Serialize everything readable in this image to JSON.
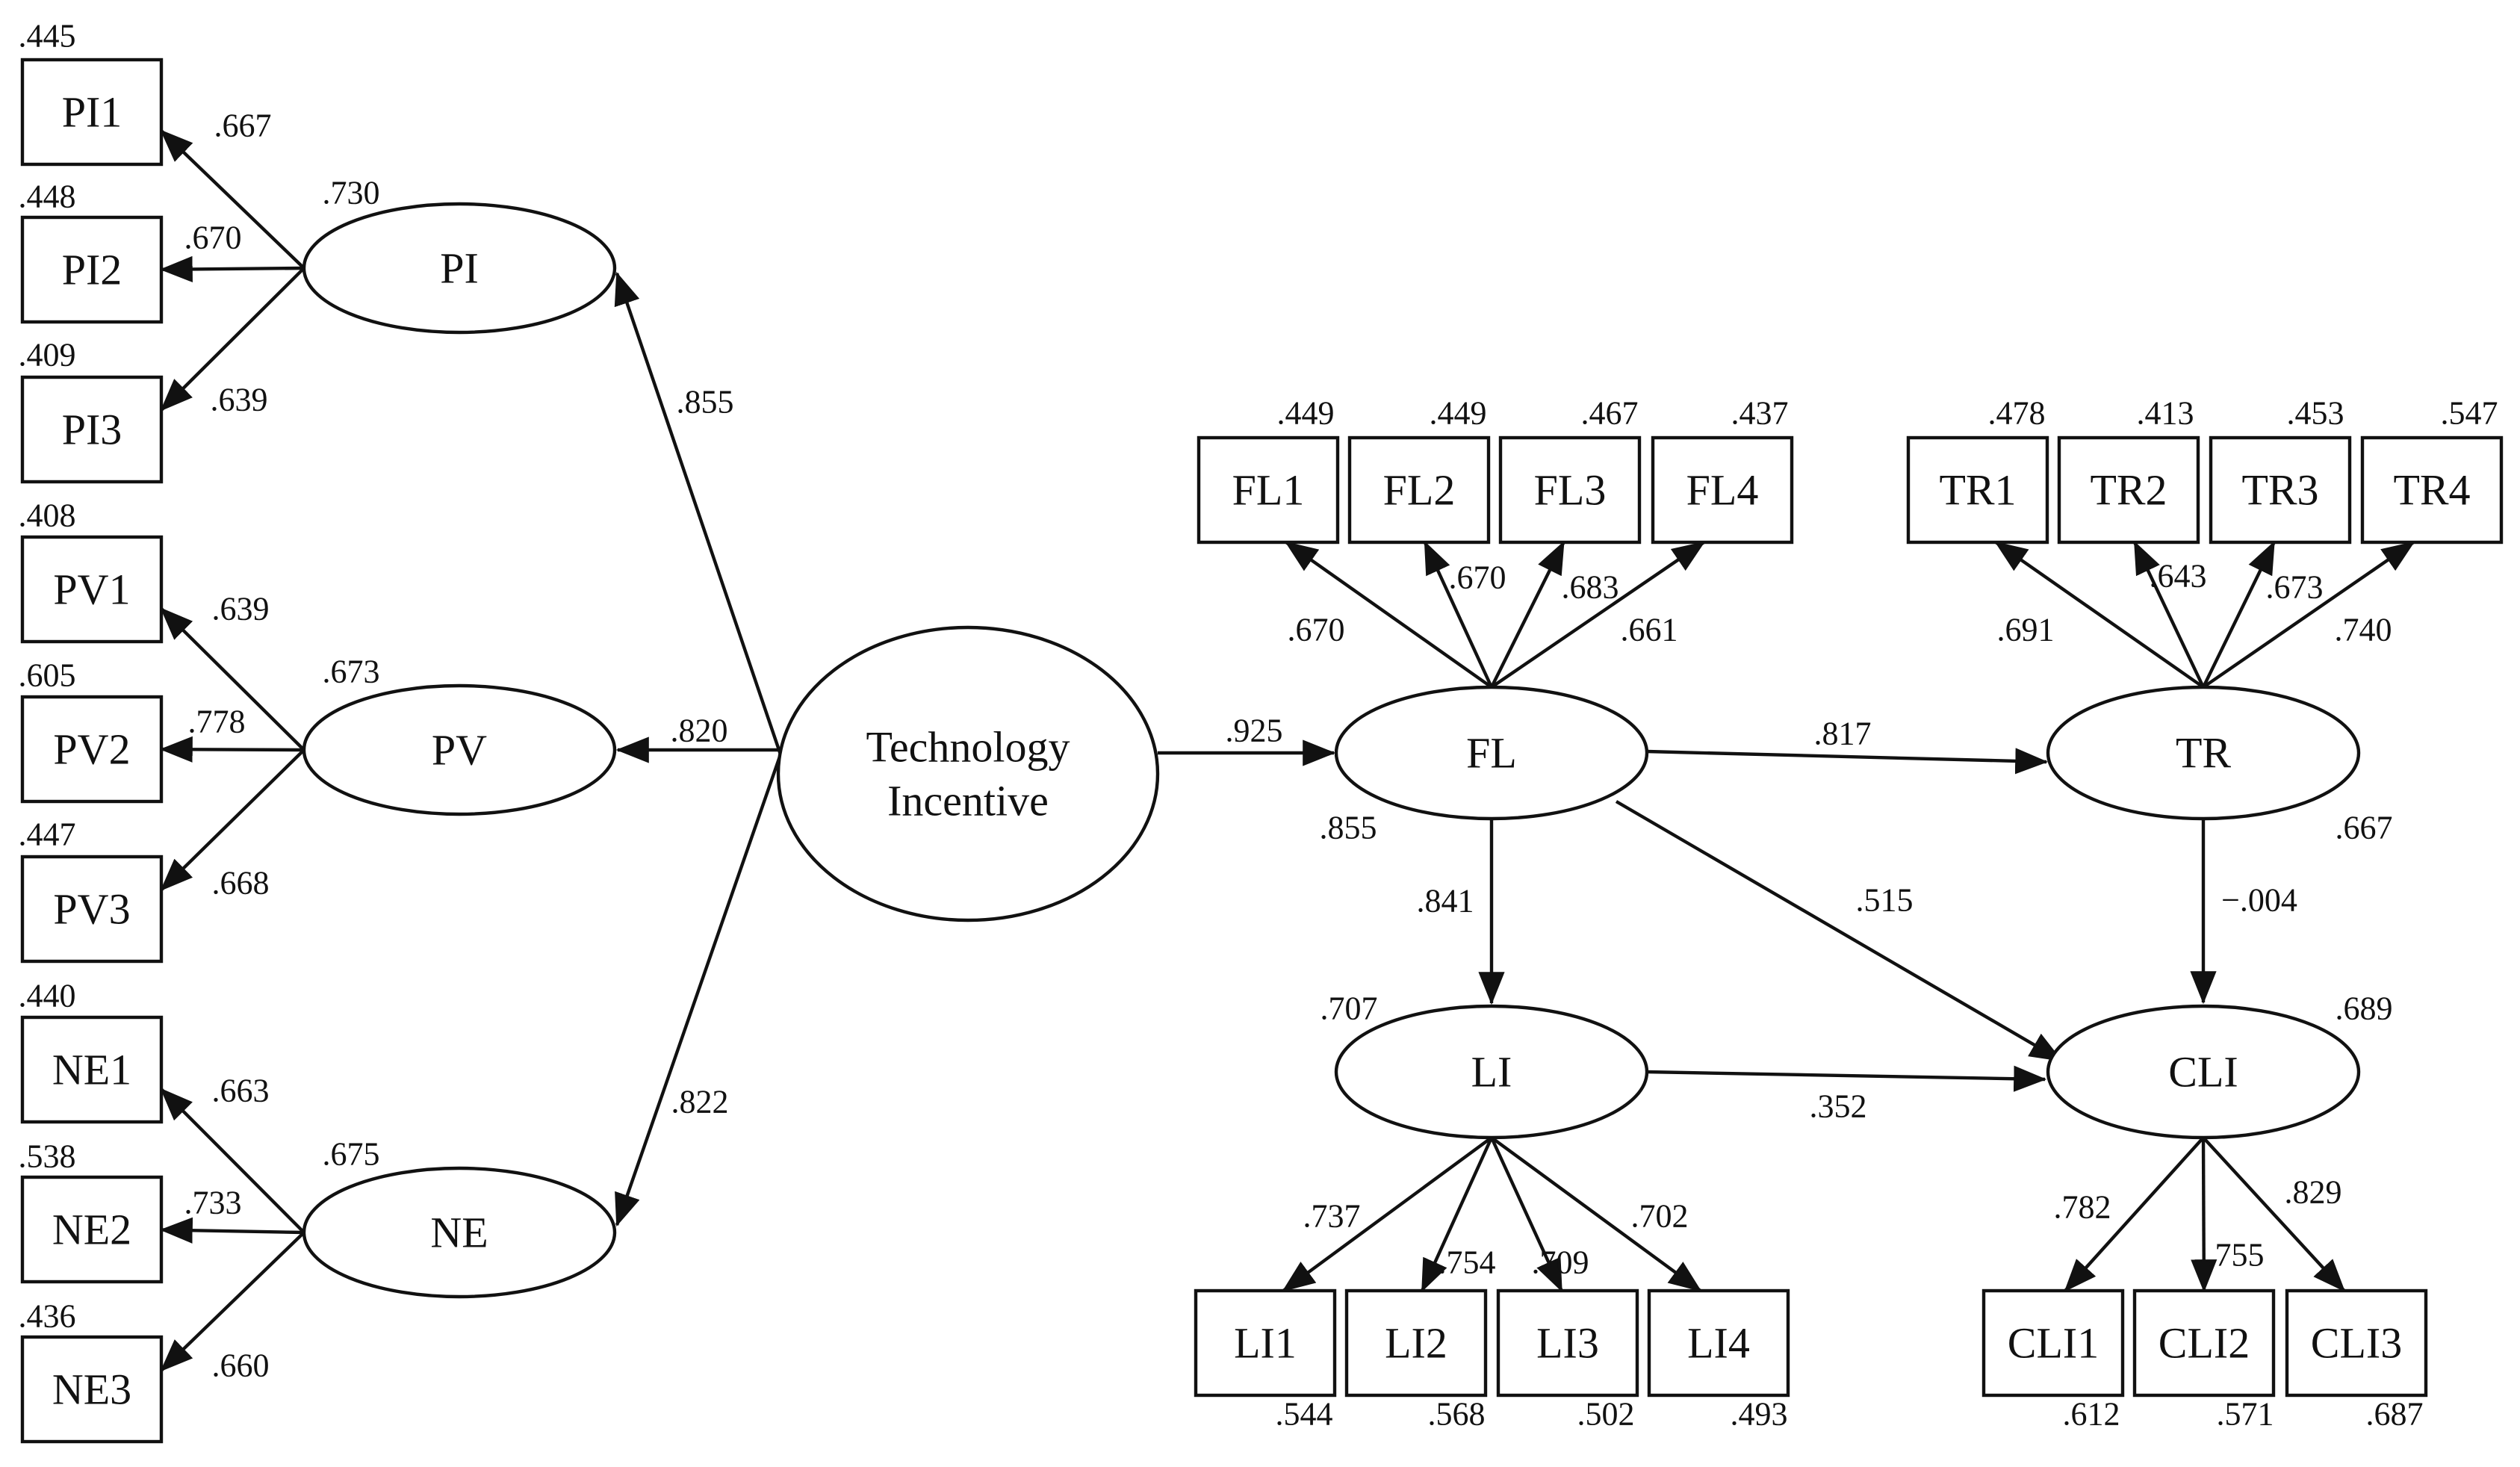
{
  "diagram": {
    "latent_variables": [
      {
        "id": "PI",
        "label": "PI",
        "r2": ".730"
      },
      {
        "id": "PV",
        "label": "PV",
        "r2": ".673"
      },
      {
        "id": "NE",
        "label": "NE",
        "r2": ".675"
      },
      {
        "id": "TI",
        "label_lines": [
          "Technology",
          "Incentive"
        ],
        "r2": ""
      },
      {
        "id": "FL",
        "label": "FL",
        "r2": ".855"
      },
      {
        "id": "TR",
        "label": "TR",
        "r2": ".667"
      },
      {
        "id": "LI",
        "label": "LI",
        "r2": ".707"
      },
      {
        "id": "CLI",
        "label": "CLI",
        "r2": ".689"
      }
    ],
    "indicators": [
      {
        "id": "PI1",
        "label": "PI1",
        "factor": "PI",
        "loading": ".667",
        "r2": ".445"
      },
      {
        "id": "PI2",
        "label": "PI2",
        "factor": "PI",
        "loading": ".670",
        "r2": ".448"
      },
      {
        "id": "PI3",
        "label": "PI3",
        "factor": "PI",
        "loading": ".639",
        "r2": ".409"
      },
      {
        "id": "PV1",
        "label": "PV1",
        "factor": "PV",
        "loading": ".639",
        "r2": ".408"
      },
      {
        "id": "PV2",
        "label": "PV2",
        "factor": "PV",
        "loading": ".778",
        "r2": ".605"
      },
      {
        "id": "PV3",
        "label": "PV3",
        "factor": "PV",
        "loading": ".668",
        "r2": ".447"
      },
      {
        "id": "NE1",
        "label": "NE1",
        "factor": "NE",
        "loading": ".663",
        "r2": ".440"
      },
      {
        "id": "NE2",
        "label": "NE2",
        "factor": "NE",
        "loading": ".733",
        "r2": ".538"
      },
      {
        "id": "NE3",
        "label": "NE3",
        "factor": "NE",
        "loading": ".660",
        "r2": ".436"
      },
      {
        "id": "FL1",
        "label": "FL1",
        "factor": "FL",
        "loading": ".670",
        "r2": ".449"
      },
      {
        "id": "FL2",
        "label": "FL2",
        "factor": "FL",
        "loading": ".670",
        "r2": ".449"
      },
      {
        "id": "FL3",
        "label": "FL3",
        "factor": "FL",
        "loading": ".683",
        "r2": ".467"
      },
      {
        "id": "FL4",
        "label": "FL4",
        "factor": "FL",
        "loading": ".661",
        "r2": ".437"
      },
      {
        "id": "TR1",
        "label": "TR1",
        "factor": "TR",
        "loading": ".691",
        "r2": ".478"
      },
      {
        "id": "TR2",
        "label": "TR2",
        "factor": "TR",
        "loading": ".643",
        "r2": ".413"
      },
      {
        "id": "TR3",
        "label": "TR3",
        "factor": "TR",
        "loading": ".673",
        "r2": ".453"
      },
      {
        "id": "TR4",
        "label": "TR4",
        "factor": "TR",
        "loading": ".740",
        "r2": ".547"
      },
      {
        "id": "LI1",
        "label": "LI1",
        "factor": "LI",
        "loading": ".737",
        "r2": ".544"
      },
      {
        "id": "LI2",
        "label": "LI2",
        "factor": "LI",
        "loading": ".754",
        "r2": ".568"
      },
      {
        "id": "LI3",
        "label": "LI3",
        "factor": "LI",
        "loading": ".709",
        "r2": ".502"
      },
      {
        "id": "LI4",
        "label": "LI4",
        "factor": "LI",
        "loading": ".702",
        "r2": ".493"
      },
      {
        "id": "CLI1",
        "label": "CLI1",
        "factor": "CLI",
        "loading": ".782",
        "r2": ".612"
      },
      {
        "id": "CLI2",
        "label": "CLI2",
        "factor": "CLI",
        "loading": ".755",
        "r2": ".571"
      },
      {
        "id": "CLI3",
        "label": "CLI3",
        "factor": "CLI",
        "loading": ".829",
        "r2": ".687"
      }
    ],
    "paths": [
      {
        "from": "TI",
        "to": "PI",
        "coef": ".855"
      },
      {
        "from": "TI",
        "to": "PV",
        "coef": ".820"
      },
      {
        "from": "TI",
        "to": "NE",
        "coef": ".822"
      },
      {
        "from": "TI",
        "to": "FL",
        "coef": ".925"
      },
      {
        "from": "FL",
        "to": "TR",
        "coef": ".817"
      },
      {
        "from": "FL",
        "to": "LI",
        "coef": ".841"
      },
      {
        "from": "FL",
        "to": "CLI",
        "coef": ".515"
      },
      {
        "from": "TR",
        "to": "CLI",
        "coef": "−.004"
      },
      {
        "from": "LI",
        "to": "CLI",
        "coef": ".352"
      }
    ]
  }
}
